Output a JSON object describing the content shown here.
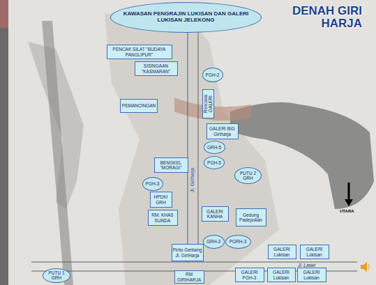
{
  "diagram": {
    "title": "DENAH GIRI HARJA",
    "nodes": [
      {
        "text": [
          "KAWASAN PENGRAJIN LUKISAN DAN GALERI LUKISAN JELEKONG"
        ]
      },
      {
        "text": [
          "PENCAK SILAT \"BUDAYA PANGLIPUR\""
        ]
      },
      {
        "text": [
          "SISINGAAN \"KASMARAN\""
        ]
      },
      {
        "text": [
          "PGH-2"
        ]
      },
      {
        "text": [
          "Rencana GALERI"
        ]
      },
      {
        "text": [
          "PEMANCINGAN"
        ]
      },
      {
        "text": [
          "GALERI BIG Giriharja"
        ]
      },
      {
        "text": [
          "GRH-5"
        ]
      },
      {
        "text": [
          "PGH-5"
        ]
      },
      {
        "text": [
          "BENGKEL \"MORAGI\""
        ]
      },
      {
        "text": [
          "PUTU 2 GRH"
        ]
      },
      {
        "text": [
          "PGH-3"
        ]
      },
      {
        "text": [
          "HPDKI GRH"
        ]
      },
      {
        "text": [
          "RM. KHAS SUNDA"
        ]
      },
      {
        "text": [
          "GALERI KANHA"
        ]
      },
      {
        "text": [
          "Gedung Padepokan"
        ]
      },
      {
        "text": [
          "GRH-3"
        ]
      },
      {
        "text": [
          "PGRH-3"
        ]
      },
      {
        "text": [
          "Pintu Gerbang Jl. GiriHarja"
        ]
      },
      {
        "text": [
          "GALERI Lukisan"
        ]
      },
      {
        "text": [
          "GALERI Lukisan"
        ]
      },
      {
        "text": [
          "PUTU 1 GRH"
        ]
      },
      {
        "text": [
          "RM GIRIHARJA"
        ]
      },
      {
        "text": [
          "GALERI PGH-3"
        ]
      },
      {
        "text": [
          "GALERI Lukisan"
        ]
      },
      {
        "text": [
          "GALERI Lukisan"
        ]
      }
    ],
    "labels": [
      "Jl. Giriharja",
      "Jl. Laswi",
      "UTARA"
    ]
  }
}
